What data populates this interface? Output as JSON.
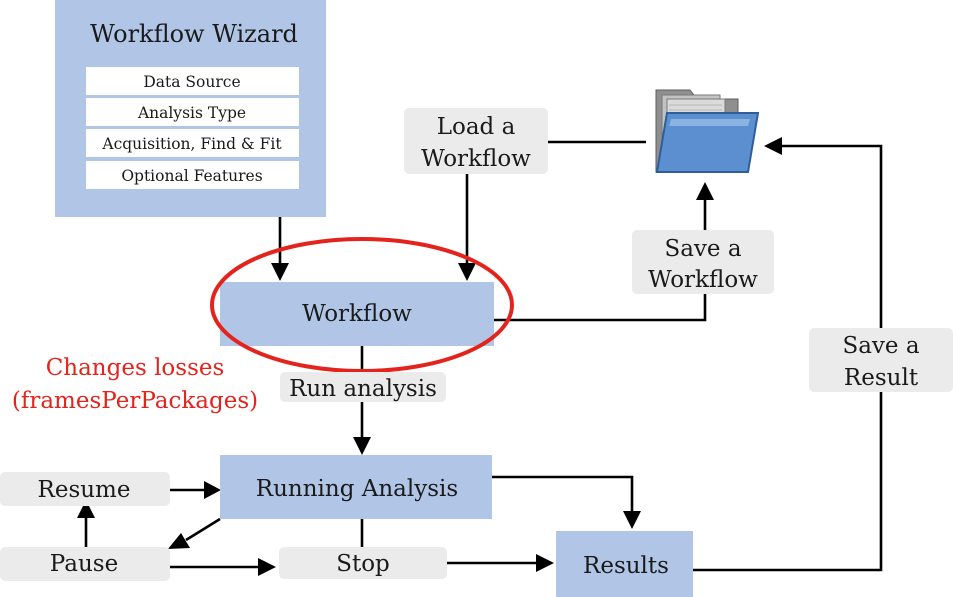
{
  "wizard": {
    "title": "Workflow Wizard",
    "items": [
      "Data Source",
      "Analysis Type",
      "Acquisition, Find & Fit",
      "Optional Features"
    ]
  },
  "nodes": {
    "load_workflow": [
      "Load a",
      "Workflow"
    ],
    "save_workflow": [
      "Save a",
      "Workflow"
    ],
    "workflow": "Workflow",
    "run_analysis": "Run analysis",
    "running_analysis": "Running Analysis",
    "resume": "Resume",
    "pause": "Pause",
    "stop": "Stop",
    "results": "Results",
    "save_result": [
      "Save a",
      "Result"
    ]
  },
  "annotation": {
    "lines": [
      "Changes losses",
      "(framesPerPackages)"
    ],
    "color": "#e3231c"
  },
  "icons": {
    "folder": "folder-icon"
  },
  "colors": {
    "box_blue": "#b1c6e7",
    "box_gray": "#ebebeb",
    "highlight_red": "#e3231c"
  }
}
